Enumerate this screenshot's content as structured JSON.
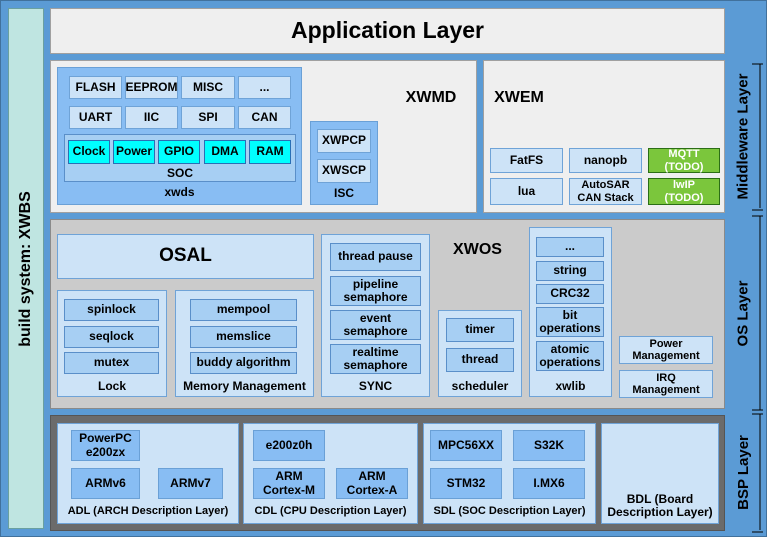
{
  "build_system": "build system: XWBS",
  "app_layer": "Application Layer",
  "side_labels": {
    "middleware": "Middleware Layer",
    "os": "OS Layer",
    "bsp": "BSP Layer"
  },
  "xwmd": {
    "title": "XWMD",
    "xwds": {
      "label": "xwds",
      "row1": [
        "FLASH",
        "EEPROM",
        "MISC",
        "..."
      ],
      "row2": [
        "UART",
        "IIC",
        "SPI",
        "CAN"
      ],
      "soc": {
        "label": "SOC",
        "items": [
          "Clock",
          "Power",
          "GPIO",
          "DMA",
          "RAM"
        ]
      }
    },
    "isc": {
      "label": "ISC",
      "items": [
        "XWPCP",
        "XWSCP"
      ]
    }
  },
  "xwem": {
    "title": "XWEM",
    "fatfs": "FatFS",
    "nanopb": "nanopb",
    "mqtt": "MQTT\n(TODO)",
    "lua": "lua",
    "autosar": "AutoSAR\nCAN Stack",
    "lwip": "lwIP\n(TODO)"
  },
  "xwos": {
    "title": "XWOS",
    "osal": "OSAL",
    "lock": {
      "label": "Lock",
      "items": [
        "spinlock",
        "seqlock",
        "mutex"
      ]
    },
    "memory": {
      "label": "Memory Management",
      "items": [
        "mempool",
        "memslice",
        "buddy algorithm"
      ]
    },
    "sync": {
      "label": "SYNC",
      "items": [
        "thread pause",
        "pipeline\nsemaphore",
        "event\nsemaphore",
        "realtime\nsemaphore"
      ]
    },
    "scheduler": {
      "label": "scheduler",
      "items": [
        "timer",
        "thread"
      ]
    },
    "xwlib": {
      "label": "xwlib",
      "items": [
        "...",
        "string",
        "CRC32",
        "bit\noperations",
        "atomic\noperations"
      ]
    },
    "power": "Power\nManagement",
    "irq": "IRQ\nManagement"
  },
  "bsp": {
    "adl": {
      "label": "ADL (ARCH Description Layer)",
      "items": [
        "PowerPC\ne200zx",
        "ARMv6",
        "ARMv7"
      ]
    },
    "cdl": {
      "label": "CDL (CPU Description Layer)",
      "items": [
        "e200z0h",
        "ARM\nCortex-M",
        "ARM\nCortex-A"
      ]
    },
    "sdl": {
      "label": "SDL (SOC Description Layer)",
      "items": [
        "MPC56XX",
        "S32K",
        "STM32",
        "I.MX6"
      ]
    },
    "bdl": "BDL (Board\nDescription Layer)"
  },
  "colors": {
    "frame": "#5b9bd5",
    "sky": "#88bdf3",
    "light_blue": "#cde3f7",
    "mid_blue": "#a7cff3",
    "cyan": "#00ffff",
    "green": "#7bc63c",
    "light_gray": "#efefef",
    "mid_gray": "#cbcbcb",
    "dark_gray": "#6b6b6b",
    "teal": "#bfe5e1"
  }
}
